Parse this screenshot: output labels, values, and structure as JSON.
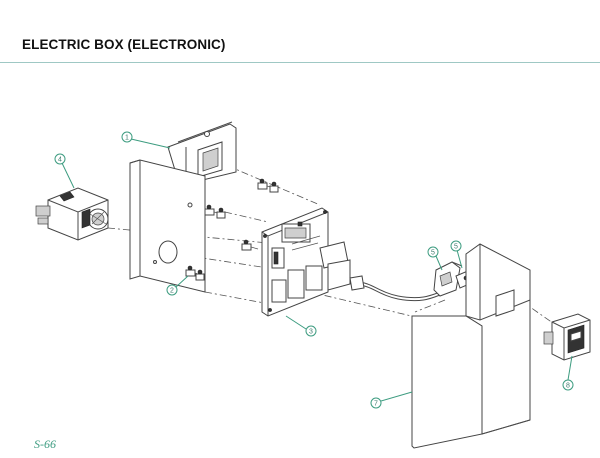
{
  "page": {
    "title": "ELECTRIC BOX (ELECTRONIC)",
    "page_number": "S-66"
  },
  "callouts": [
    {
      "id": "callout-1",
      "label": "1"
    },
    {
      "id": "callout-2",
      "label": "2"
    },
    {
      "id": "callout-3",
      "label": "3"
    },
    {
      "id": "callout-4",
      "label": "4"
    },
    {
      "id": "callout-5a",
      "label": "5"
    },
    {
      "id": "callout-5b",
      "label": "5"
    },
    {
      "id": "callout-7",
      "label": "7"
    },
    {
      "id": "callout-8",
      "label": "8"
    }
  ],
  "colors": {
    "accent": "#3d9c80",
    "rule": "#9fc8c4",
    "line_art": "#444444"
  }
}
